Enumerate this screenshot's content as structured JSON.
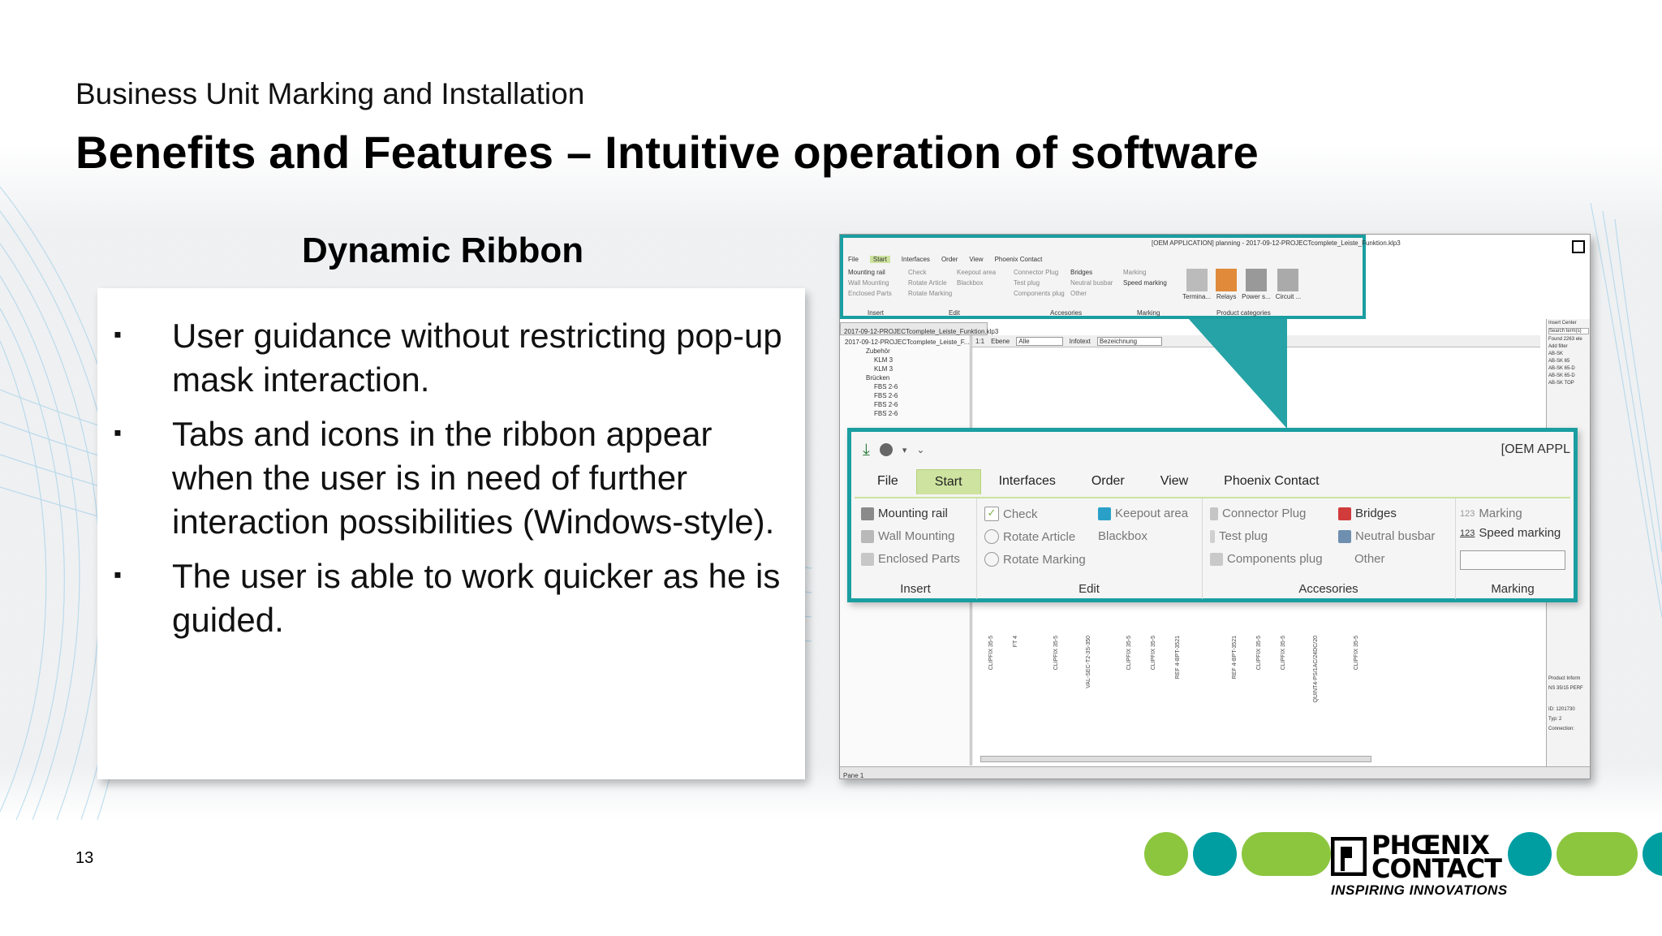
{
  "slide": {
    "subtitle": "Business Unit Marking and Installation",
    "title": "Benefits and Features – Intuitive operation of software",
    "section_heading": "Dynamic Ribbon",
    "page_number": "13"
  },
  "bullets": [
    "User guidance without restricting pop-up mask interaction.",
    "Tabs and icons in the ribbon appear when the user is in need of further interaction possibilities (Windows-style).",
    "The user is able to work quicker as he is guided."
  ],
  "bullet_marker": "▪",
  "app": {
    "window_title": "[OEM APPLICATION] planning - 2017-09-12-PROJECTcomplete_Leiste_Funktion.klp3",
    "doc_tab": "2017-09-12-PROJECTcomplete_Leiste_Funktion.klp3",
    "tree_items": [
      "2017-09-12-PROJECTcomplete_Leiste_F...",
      "Zubehör",
      "KLM 3",
      "KLM 3",
      "Brücken",
      "FBS 2-6",
      "FBS 2-6",
      "FBS 2-6",
      "FBS 2-6"
    ],
    "canvas_toolbar": {
      "zoom": "1:1",
      "level_label": "Ebene",
      "level_value": "Alle",
      "infotext_label": "Infotext",
      "infotext_value": "Bezeichnung"
    },
    "right_pane": {
      "header": "Insert Center",
      "search_placeholder": "Search term(s)",
      "found": "Found 2263 ele",
      "add_filter": "Add filter",
      "items": [
        "AB-SK",
        "AB-SK 65",
        "AB-SK 65-D",
        "AB-SK 65-D",
        "AB-SK TOP"
      ],
      "product_info": "Product Inform",
      "product_name": "NS 35/15 PERF",
      "id": "ID: 1201730",
      "typ": "Typ: 2",
      "connection": "Connection:"
    },
    "canvas_labels": [
      "CLIPFIX 35-5",
      "FT 4",
      "CLIPFIX 35-5",
      "VAL-SEC-T2-3S-350",
      "CLIPFIX 35-5",
      "CLIPFIX 35-5",
      "REF 4-BPT-3521",
      "REF 4-BPT-3521",
      "CLIPFIX 35-5",
      "CLIPFIX 35-5",
      "QUINT4-PS/1AC/24DC/20",
      "CLIPFIX 35-5"
    ],
    "status_text": "Pane 1"
  },
  "ribbon": {
    "app_title": "[OEM APPL",
    "tabs": [
      "File",
      "Start",
      "Interfaces",
      "Order",
      "View",
      "Phoenix Contact"
    ],
    "active_tab": "Start",
    "groups": {
      "insert": {
        "label": "Insert",
        "items": [
          "Mounting rail",
          "Wall Mounting",
          "Enclosed Parts"
        ]
      },
      "edit": {
        "label": "Edit",
        "items": [
          "Check",
          "Rotate Article",
          "Rotate Marking",
          "Keepout area",
          "Blackbox"
        ]
      },
      "accesories": {
        "label": "Accesories",
        "items": [
          "Connector Plug",
          "Test plug",
          "Components plug",
          "Bridges",
          "Neutral busbar",
          "Other"
        ]
      },
      "marking": {
        "label": "Marking",
        "items": [
          "Marking",
          "Speed marking"
        ]
      },
      "product_categories": {
        "label": "Product categories",
        "items": [
          "Termina...",
          "Relays",
          "Power s...",
          "Circuit ..."
        ]
      }
    }
  },
  "brand": {
    "line1": "PHŒNIX",
    "line2": "CONTACT",
    "tagline": "INSPIRING INNOVATIONS",
    "colors": {
      "green": "#8cc63f",
      "teal": "#009ea1",
      "ribbon_border": "#1a9ea1",
      "active_tab": "#cde39f"
    }
  }
}
